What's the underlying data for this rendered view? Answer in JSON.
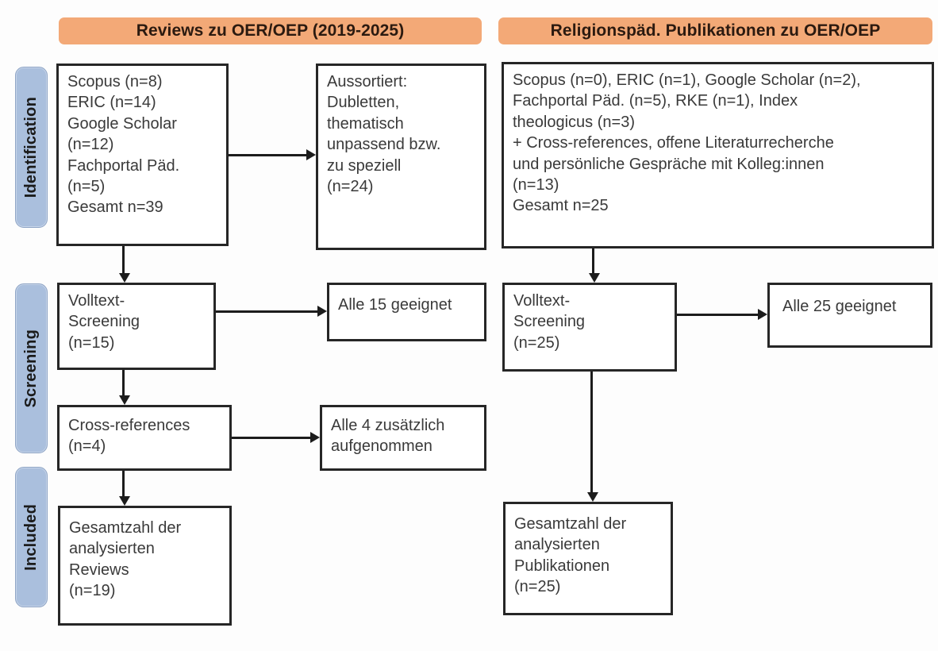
{
  "diagram": {
    "type": "prisma-flow-diagram",
    "accent_orange": "#f3a977",
    "stage_pill_blue": "#aabfdd",
    "box_border": "#262626",
    "text_color": "#3a3a3a"
  },
  "stages": [
    {
      "label": "Identification"
    },
    {
      "label": "Screening"
    },
    {
      "label": "Included"
    }
  ],
  "columns": [
    {
      "header": "Reviews zu OER/OEP (2019-2025)"
    },
    {
      "header": "Religionspäd. Publikationen zu OER/OEP"
    }
  ],
  "left_column": {
    "identification_sources": {
      "lines": [
        "Scopus (n=8)",
        "ERIC (n=14)",
        "Google Scholar",
        "(n=12)",
        "Fachportal Päd.",
        "(n=5)",
        "Gesamt n=39"
      ]
    },
    "excluded": {
      "lines": [
        "Aussortiert:",
        "Dubletten,",
        "thematisch",
        "unpassend bzw.",
        "zu speziell",
        "(n=24)"
      ]
    },
    "fulltext_screening": {
      "lines": [
        "Volltext-",
        "Screening",
        "(n=15)"
      ]
    },
    "fulltext_result": {
      "lines": [
        "Alle 15 geeignet"
      ]
    },
    "cross_references": {
      "lines": [
        "Cross-references",
        "(n=4)"
      ]
    },
    "cross_references_result": {
      "lines": [
        "Alle 4 zusätzlich",
        "aufgenommen"
      ]
    },
    "included_total": {
      "lines": [
        "Gesamtzahl der",
        "analysierten",
        "Reviews",
        "(n=19)"
      ]
    }
  },
  "right_column": {
    "identification_sources": {
      "lines": [
        "Scopus (n=0), ERIC (n=1), Google Scholar (n=2),",
        "Fachportal Päd. (n=5), RKE (n=1), Index",
        "theologicus (n=3)",
        "+ Cross-references, offene Literaturrecherche",
        "und persönliche Gespräche mit Kolleg:innen",
        "(n=13)",
        "Gesamt n=25"
      ]
    },
    "fulltext_screening": {
      "lines": [
        "Volltext-",
        "Screening",
        "(n=25)"
      ]
    },
    "fulltext_result": {
      "lines": [
        "Alle 25 geeignet"
      ]
    },
    "included_total": {
      "lines": [
        "Gesamtzahl der",
        "analysierten",
        "Publikationen",
        "(n=25)"
      ]
    }
  }
}
